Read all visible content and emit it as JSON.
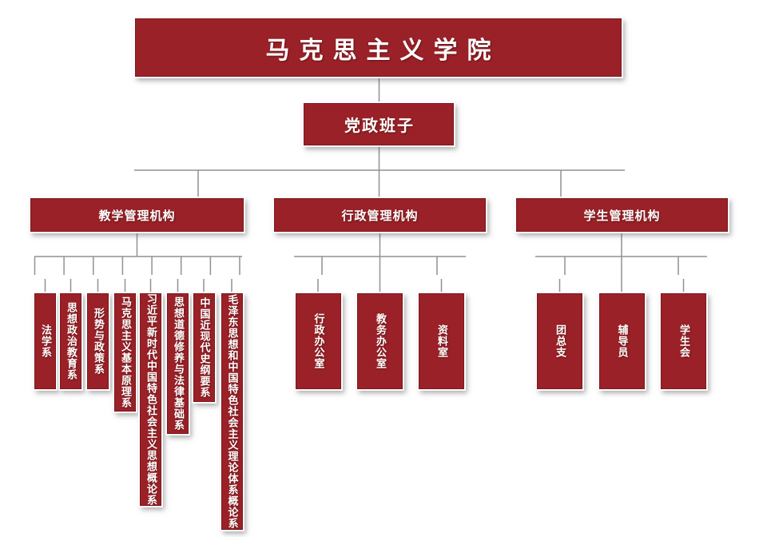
{
  "org_chart": {
    "root": {
      "label": "马克思主义学院"
    },
    "leadership": {
      "label": "党政班子"
    },
    "branches": [
      {
        "label": "教学管理机构",
        "children": [
          "法学系",
          "思想政治教育系",
          "形势与政策系",
          "马克思主义基本原理系",
          "习近平新时代中国特色社会主义思想概论系",
          "思想道德修养与法律基础系",
          "中国近现代史纲要系",
          "毛泽东思想和中国特色社会主义理论体系概论系"
        ]
      },
      {
        "label": "行政管理机构",
        "children": [
          "行政办公室",
          "教务办公室",
          "资料室"
        ]
      },
      {
        "label": "学生管理机构",
        "children": [
          "团总支",
          "辅导员",
          "学生会"
        ]
      }
    ],
    "colors": {
      "box_fill": "#9A2127",
      "box_border": "#7A191E",
      "connector": "#919191",
      "text": "#FFFFFF"
    }
  }
}
